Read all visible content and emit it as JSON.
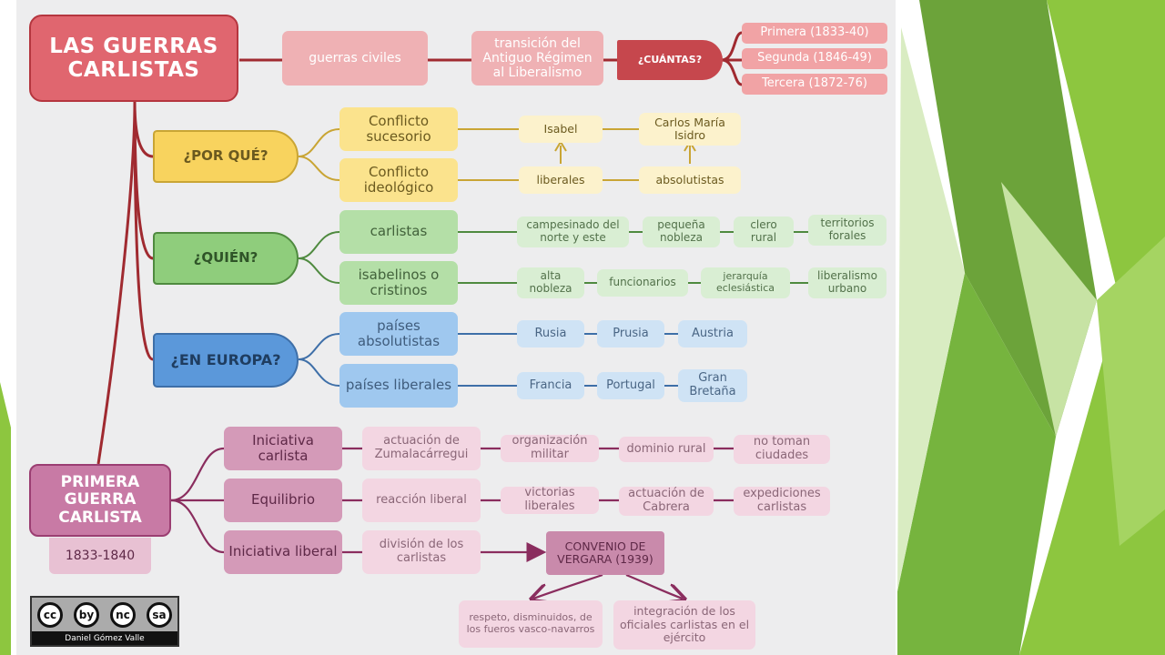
{
  "map": {
    "title": "LAS GUERRAS CARLISTAS",
    "civil_wars": "guerras civiles",
    "transition": "transición del Antiguo Régimen al Liberalismo",
    "how_many": "¿CUÁNTAS?",
    "wars": [
      "Primera (1833-40)",
      "Segunda (1846-49)",
      "Tercera (1872-76)"
    ],
    "why": {
      "label": "¿POR QUÉ?",
      "succession": "Conflicto sucesorio",
      "ideological": "Conflicto ideológico",
      "isabel": "Isabel",
      "carlos": "Carlos María Isidro",
      "liberals": "liberales",
      "absolutists": "absolutistas"
    },
    "who": {
      "label": "¿QUIÉN?",
      "carlists": "carlistas",
      "isabelinos": "isabelinos o cristinos",
      "carlist_supporters": [
        "campesinado del norte y este",
        "pequeña nobleza",
        "clero rural",
        "territorios forales"
      ],
      "isabelino_supporters": [
        "alta nobleza",
        "funcionarios",
        "jerarquía eclesiástica",
        "liberalismo urbano"
      ]
    },
    "europe": {
      "label": "¿EN EUROPA?",
      "absolutist_countries": "países absolutistas",
      "liberal_countries": "países liberales",
      "absolutist_list": [
        "Rusia",
        "Prusia",
        "Austria"
      ],
      "liberal_list": [
        "Francia",
        "Portugal",
        "Gran Bretaña"
      ]
    },
    "first_war": {
      "label": "PRIMERA GUERRA CARLISTA",
      "years": "1833-1840",
      "phases": [
        "Iniciativa carlista",
        "Equilibrio",
        "Iniciativa liberal"
      ],
      "carlist_initiative": [
        "actuación de Zumalacárregui",
        "organización militar",
        "dominio rural",
        "no toman ciudades"
      ],
      "equilibrium": [
        "reacción liberal",
        "victorias liberales",
        "actuación de Cabrera",
        "expediciones carlistas"
      ],
      "liberal_initiative": "división de los carlistas",
      "vergara": "CONVENIO DE VERGARA (1939)",
      "outcomes": [
        "respeto, disminuidos, de los fueros vasco-navarros",
        "integración de los oficiales carlistas en el ejército"
      ]
    },
    "credit": "Daniel Gómez Valle",
    "cc_icons": [
      "cc",
      "by",
      "nc",
      "sa"
    ]
  },
  "colors": {
    "red": "#e0666f",
    "yellow": "#f4cf52",
    "green": "#6fae5d",
    "blue": "#4d8bd0",
    "purple": "#c87aa5",
    "slide_green": "#8dc63f"
  }
}
